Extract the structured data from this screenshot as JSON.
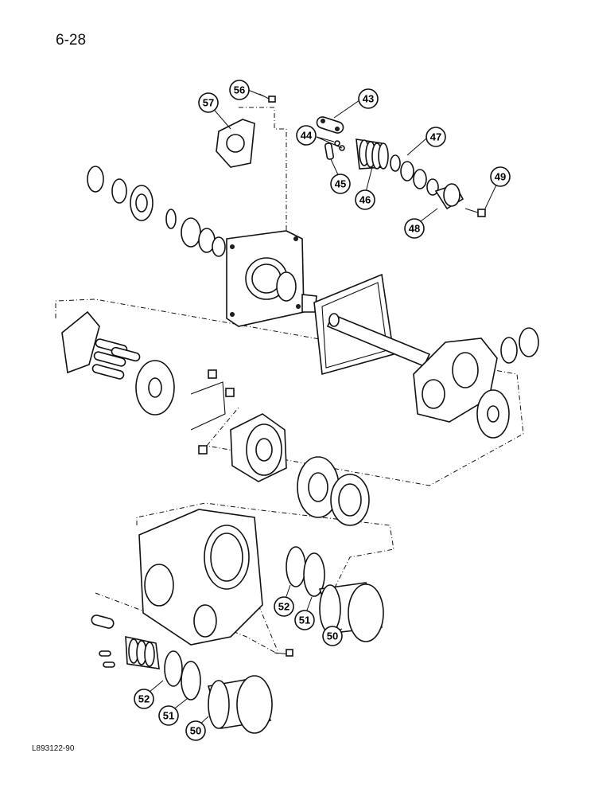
{
  "page": {
    "page_number": "6-28",
    "drawing_code": "L893122-90"
  },
  "callouts": [
    {
      "label": "56"
    },
    {
      "label": "57"
    },
    {
      "label": "43"
    },
    {
      "label": "44"
    },
    {
      "label": "47"
    },
    {
      "label": "45"
    },
    {
      "label": "46"
    },
    {
      "label": "49"
    },
    {
      "label": "48"
    },
    {
      "label": "52"
    },
    {
      "label": "51"
    },
    {
      "label": "50"
    },
    {
      "label": "52"
    },
    {
      "label": "51"
    },
    {
      "label": "50"
    }
  ]
}
